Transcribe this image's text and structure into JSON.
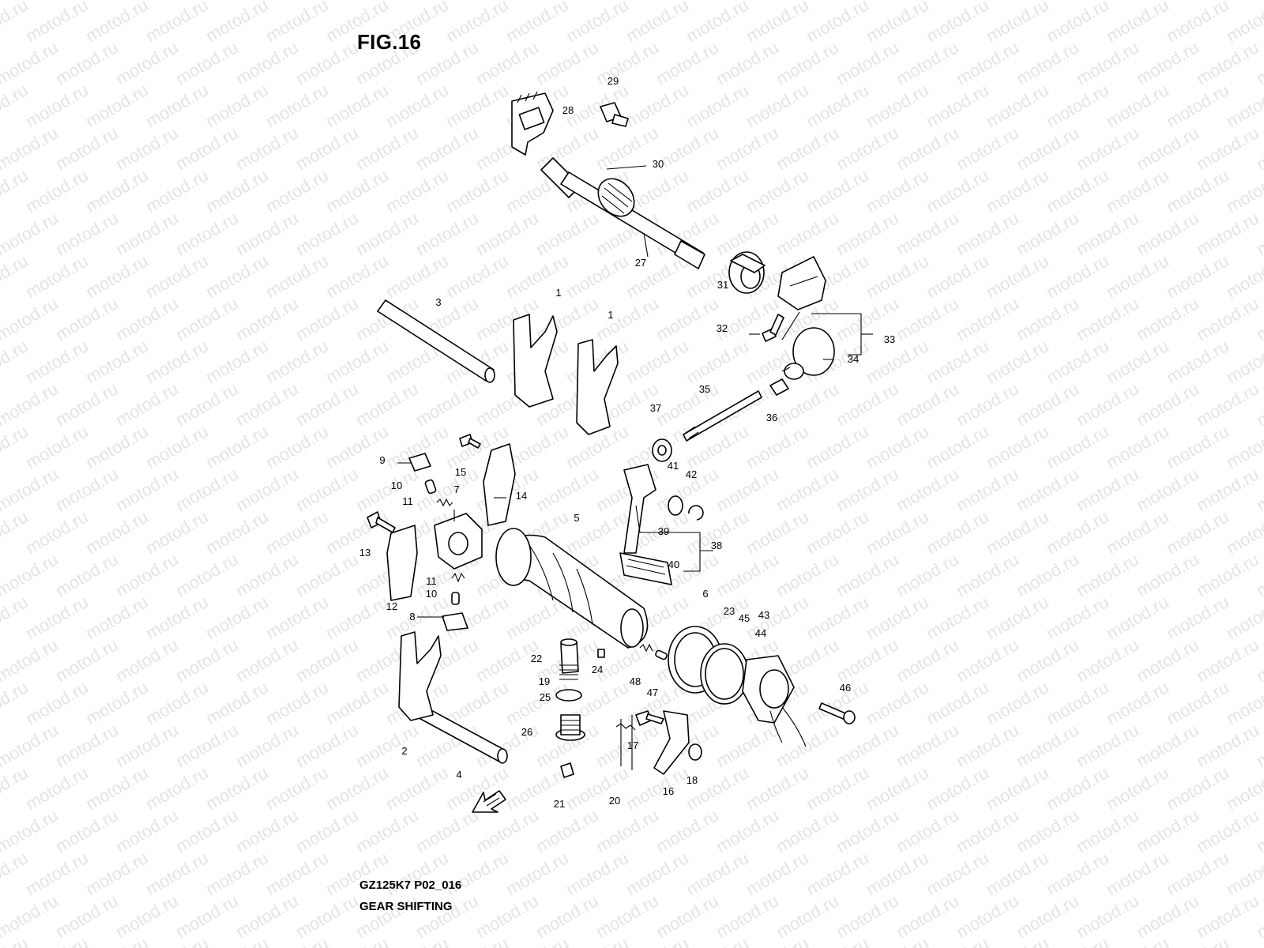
{
  "figure_title": "FIG.16",
  "drawing_code": "GZ125K7 P02_016",
  "caption": "GEAR SHIFTING",
  "watermark_text": "motod.ru",
  "callouts": [
    "1",
    "1",
    "2",
    "3",
    "4",
    "5",
    "6",
    "7",
    "8",
    "9",
    "10",
    "10",
    "11",
    "11",
    "12",
    "13",
    "14",
    "15",
    "16",
    "17",
    "18",
    "19",
    "20",
    "21",
    "22",
    "23",
    "24",
    "25",
    "26",
    "27",
    "28",
    "29",
    "30",
    "31",
    "32",
    "33",
    "34",
    "35",
    "36",
    "37",
    "38",
    "39",
    "40",
    "41",
    "42",
    "43",
    "44",
    "45",
    "46",
    "47",
    "48"
  ]
}
